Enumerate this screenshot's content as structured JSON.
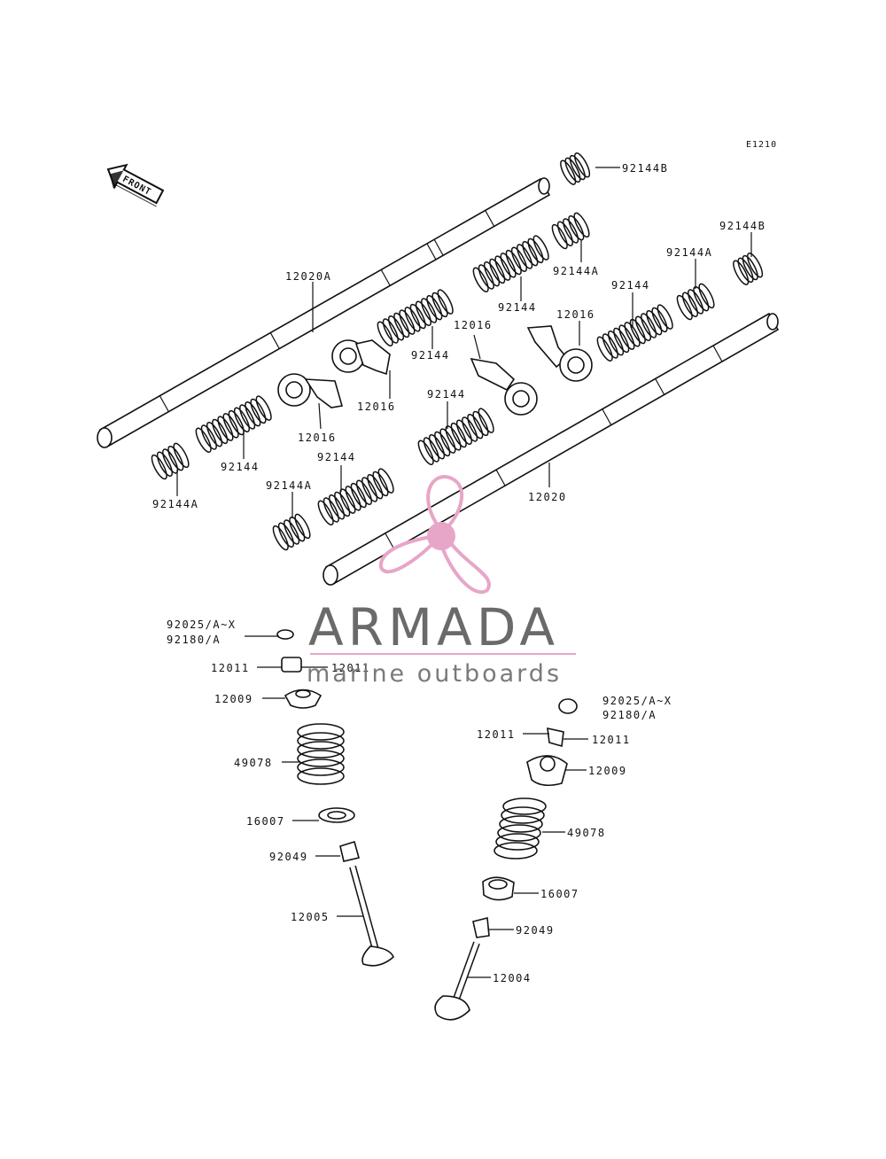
{
  "diagram": {
    "code": "E1210",
    "front_label": "FRONT",
    "labels": [
      {
        "id": "l01",
        "text": "92144B"
      },
      {
        "id": "l02",
        "text": "92144B"
      },
      {
        "id": "l03",
        "text": "92144A"
      },
      {
        "id": "l04",
        "text": "92144A"
      },
      {
        "id": "l05",
        "text": "12020A"
      },
      {
        "id": "l06",
        "text": "92144"
      },
      {
        "id": "l07",
        "text": "12016"
      },
      {
        "id": "l08",
        "text": "92144"
      },
      {
        "id": "l09",
        "text": "12016"
      },
      {
        "id": "l10",
        "text": "92144"
      },
      {
        "id": "l11",
        "text": "12016"
      },
      {
        "id": "l12",
        "text": "92144"
      },
      {
        "id": "l13",
        "text": "12016"
      },
      {
        "id": "l14",
        "text": "92144"
      },
      {
        "id": "l15",
        "text": "92144A"
      },
      {
        "id": "l16",
        "text": "92144"
      },
      {
        "id": "l17",
        "text": "92144A"
      },
      {
        "id": "l18",
        "text": "12020"
      },
      {
        "id": "l19",
        "text": "92025/A~X"
      },
      {
        "id": "l20",
        "text": "92180/A"
      },
      {
        "id": "l21",
        "text": "12011"
      },
      {
        "id": "l22",
        "text": "12011"
      },
      {
        "id": "l23",
        "text": "12009"
      },
      {
        "id": "l24",
        "text": "92025/A~X"
      },
      {
        "id": "l25",
        "text": "92180/A"
      },
      {
        "id": "l26",
        "text": "12011"
      },
      {
        "id": "l27",
        "text": "12011"
      },
      {
        "id": "l28",
        "text": "12009"
      },
      {
        "id": "l29",
        "text": "49078"
      },
      {
        "id": "l30",
        "text": "49078"
      },
      {
        "id": "l31",
        "text": "16007"
      },
      {
        "id": "l32",
        "text": "16007"
      },
      {
        "id": "l33",
        "text": "92049"
      },
      {
        "id": "l34",
        "text": "92049"
      },
      {
        "id": "l35",
        "text": "12005"
      },
      {
        "id": "l36",
        "text": "12004"
      }
    ]
  },
  "watermark": {
    "name": "ARMADA",
    "tagline": "marine outboards",
    "name_color": "#6a6a6a",
    "tagline_color": "#7a7a7a",
    "accent_color": "#e7a6c8",
    "line_color": "#e7a6c8"
  }
}
